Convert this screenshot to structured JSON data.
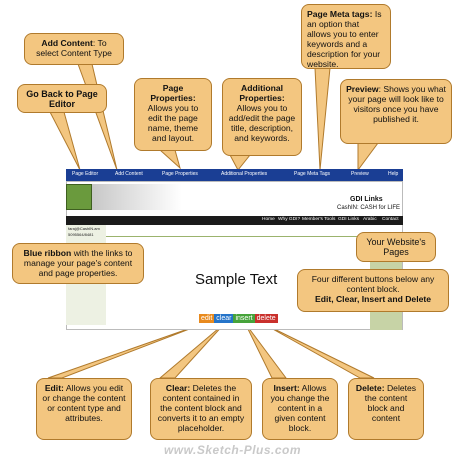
{
  "ribbon": {
    "items": [
      "Page Editor",
      "Add Content",
      "Page Properties",
      "Additional Properties",
      "Page Meta Tags",
      "Preview",
      "Help"
    ]
  },
  "site": {
    "title": "GDI Links",
    "subtitle": "CashIN: CASH for LIFE",
    "nav": [
      "Home",
      "Why GDI?",
      "Member's Tools",
      "GDI Links",
      "Arabic",
      "Contact"
    ],
    "side": [
      "faraj@CashIN.am",
      "5095564/8481"
    ],
    "sample_text": "Sample Text"
  },
  "buttons": [
    "edit",
    "clear",
    "insert",
    "delete"
  ],
  "callouts": {
    "add_content": {
      "title": "Add Content",
      "text": ": To select Content Type"
    },
    "go_back": {
      "title": "Go Back to Page Editor",
      "text": ""
    },
    "page_properties": {
      "title": "Page Properties:",
      "text": "Allows you to edit the page name, theme and layout."
    },
    "additional_properties": {
      "title": "Additional Properties:",
      "text": "Allows you to add/edit the page title, description, and keywords."
    },
    "meta_tags": {
      "title": "Page Meta tags:",
      "text": "Is an option that allows you to enter keywords and a description for your website."
    },
    "preview": {
      "title": "Preview",
      "text": ": Shows you what your page will look like to visitors once you have published it."
    },
    "blue_ribbon": {
      "title": "Blue ribbon",
      "text": "with the links to manage your page's content and page properties."
    },
    "website_pages": {
      "title": "",
      "text": "Your Website's Pages"
    },
    "four_buttons": {
      "title": "Edit, Clear, Insert and Delete",
      "text": "Four different buttons below any content block."
    },
    "edit": {
      "title": "Edit:",
      "text": "Allows you edit or change the content or content type and attributes."
    },
    "clear": {
      "title": "Clear:",
      "text": "Deletes the content contained in the content block and converts it to an empty placeholder."
    },
    "insert": {
      "title": "Insert:",
      "text": "Allows you change the content in a given content block."
    },
    "delete": {
      "title": "Delete:",
      "text": "Deletes the content block and content"
    }
  },
  "footer": "www.Sketch-Plus.com",
  "colors": {
    "callout": "#f3c680",
    "ribbon": "#1a3e94",
    "edit": "#e88a1e",
    "clear": "#2574c9",
    "insert": "#46a33a",
    "delete": "#c9302c"
  }
}
